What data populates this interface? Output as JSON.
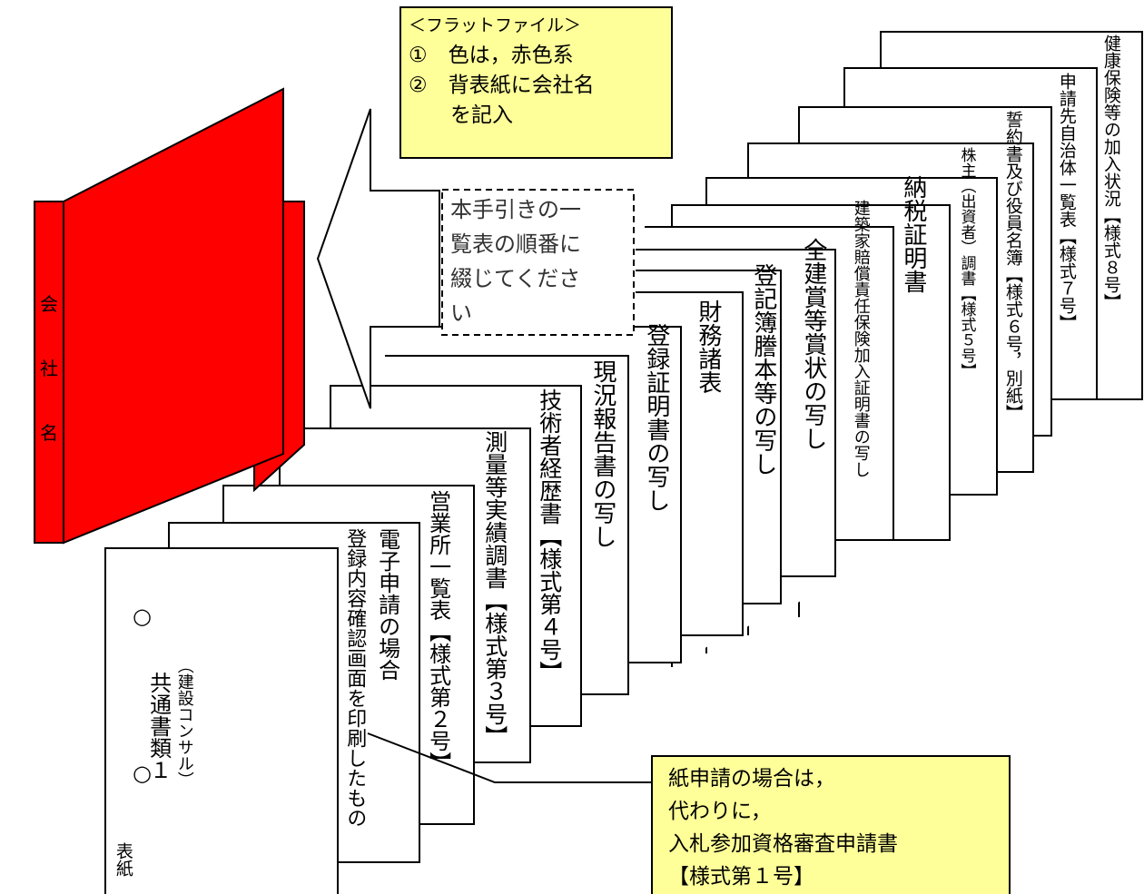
{
  "binder": {
    "color": "#ff0000",
    "spine_label": "会社名",
    "spine_chars": [
      "会",
      "社",
      "名"
    ]
  },
  "flat_file_note": {
    "bg_color": "#ffff99",
    "title": "＜フラットファイル＞",
    "line1": "①　色は，赤色系",
    "line2": "②　背表紙に会社名",
    "line3": "　　を記入"
  },
  "instruction": {
    "text_line1": "本手引きの一",
    "text_line2": "覧表の順番に",
    "text_line3": "綴じてくださ",
    "text_line4": "い"
  },
  "sheets": {
    "cover_title": "共通書類１",
    "cover_subtitle": "（建設コンサル）",
    "cover_label": "表紙",
    "cover_mark": "○",
    "s1_line1": "電子申請の場合",
    "s1_line2": "登録内容確認画面を印刷したもの",
    "s2": "営業所一覧表【様式第２号】",
    "s3": "測量等実績調書【様式第３号】",
    "s4": "技術者経歴書【様式第４号】",
    "s5": "現況報告書の写し",
    "s6": "登録証明書の写し",
    "s7": "財務諸表",
    "s8": "登記簿謄本等の写し",
    "s9": "全建賞等賞状の写し",
    "s10": "建築家賠償責任保険加入証明書の写し",
    "s11": "納税証明書",
    "s12": "株主（出資者）調書【様式５号】",
    "s13": "誓約書及び役員名簿【様式６号，別紙】",
    "s14": "申請先自治体一覧表【様式７号】",
    "s15": "健康保険等の加入状況【様式８号】"
  },
  "paper_note": {
    "bg_color": "#ffff99",
    "line1": "紙申請の場合は，",
    "line2": "代わりに，",
    "line3": "入札参加資格審査申請書",
    "line4": "【様式第１号】"
  }
}
